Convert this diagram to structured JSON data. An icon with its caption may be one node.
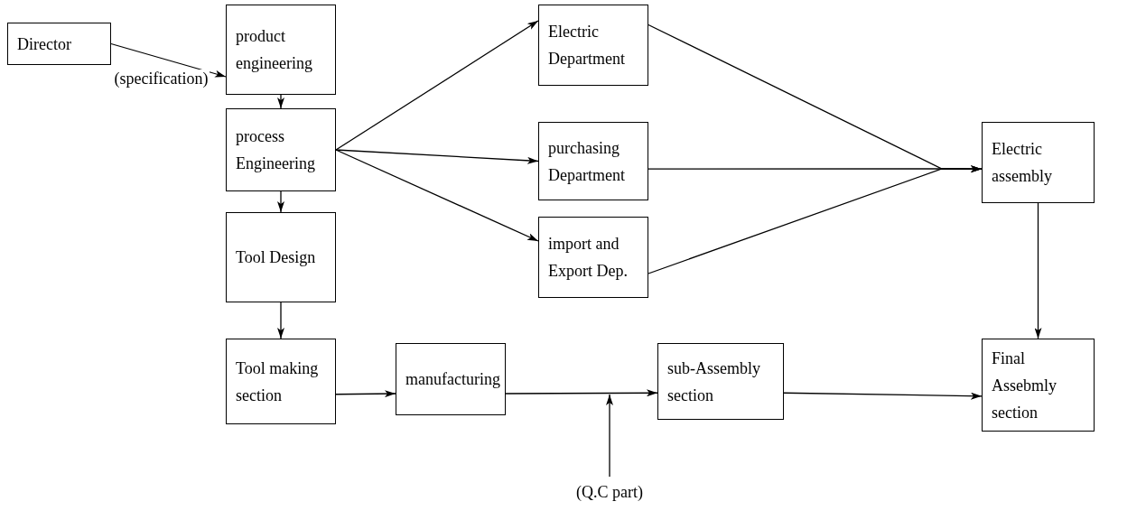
{
  "diagram": {
    "nodes": [
      {
        "text": [
          "Director"
        ]
      },
      {
        "text": [
          "product engineering"
        ]
      },
      {
        "text": [
          "process Engineering"
        ]
      },
      {
        "text": [
          "Tool Design"
        ]
      },
      {
        "text": [
          "Electric Department"
        ]
      },
      {
        "text": [
          "purchasing Department"
        ]
      },
      {
        "text": [
          "import and Export Dep."
        ]
      },
      {
        "text": [
          "Electric assembly"
        ]
      },
      {
        "text": [
          "Tool making section"
        ]
      },
      {
        "text": [
          "manufacturing"
        ]
      },
      {
        "text": [
          "sub-Assembly section"
        ]
      },
      {
        "text": [
          "Final Assebmly section"
        ]
      },
      {
        "text": [
          "(Q.C part)"
        ]
      }
    ],
    "edges": [
      {
        "from": 0,
        "to": 1,
        "arrow": "to",
        "label": "(specification)"
      },
      {
        "from": 1,
        "to": 2,
        "arrow": "to"
      },
      {
        "from": 2,
        "to": 3,
        "arrow": "to"
      },
      {
        "from": 2,
        "to": 4,
        "arrow": "to"
      },
      {
        "from": 2,
        "to": 5,
        "arrow": "to"
      },
      {
        "from": 2,
        "to": 6,
        "arrow": "to"
      },
      {
        "from": 4,
        "to": 7,
        "arrow": "to"
      },
      {
        "from": 5,
        "to": 7,
        "arrow": "to"
      },
      {
        "from": 6,
        "to": 7,
        "arrow": "to"
      },
      {
        "from": 7,
        "to": 11,
        "arrow": "to"
      },
      {
        "from": 3,
        "to": 8,
        "arrow": "to"
      },
      {
        "from": 8,
        "to": 9,
        "arrow": "to"
      },
      {
        "from": 9,
        "to": 10,
        "arrow": "to"
      },
      {
        "from": 10,
        "to": 11,
        "arrow": "to"
      },
      {
        "from": 12,
        "to": null,
        "arrow": "to"
      }
    ]
  }
}
